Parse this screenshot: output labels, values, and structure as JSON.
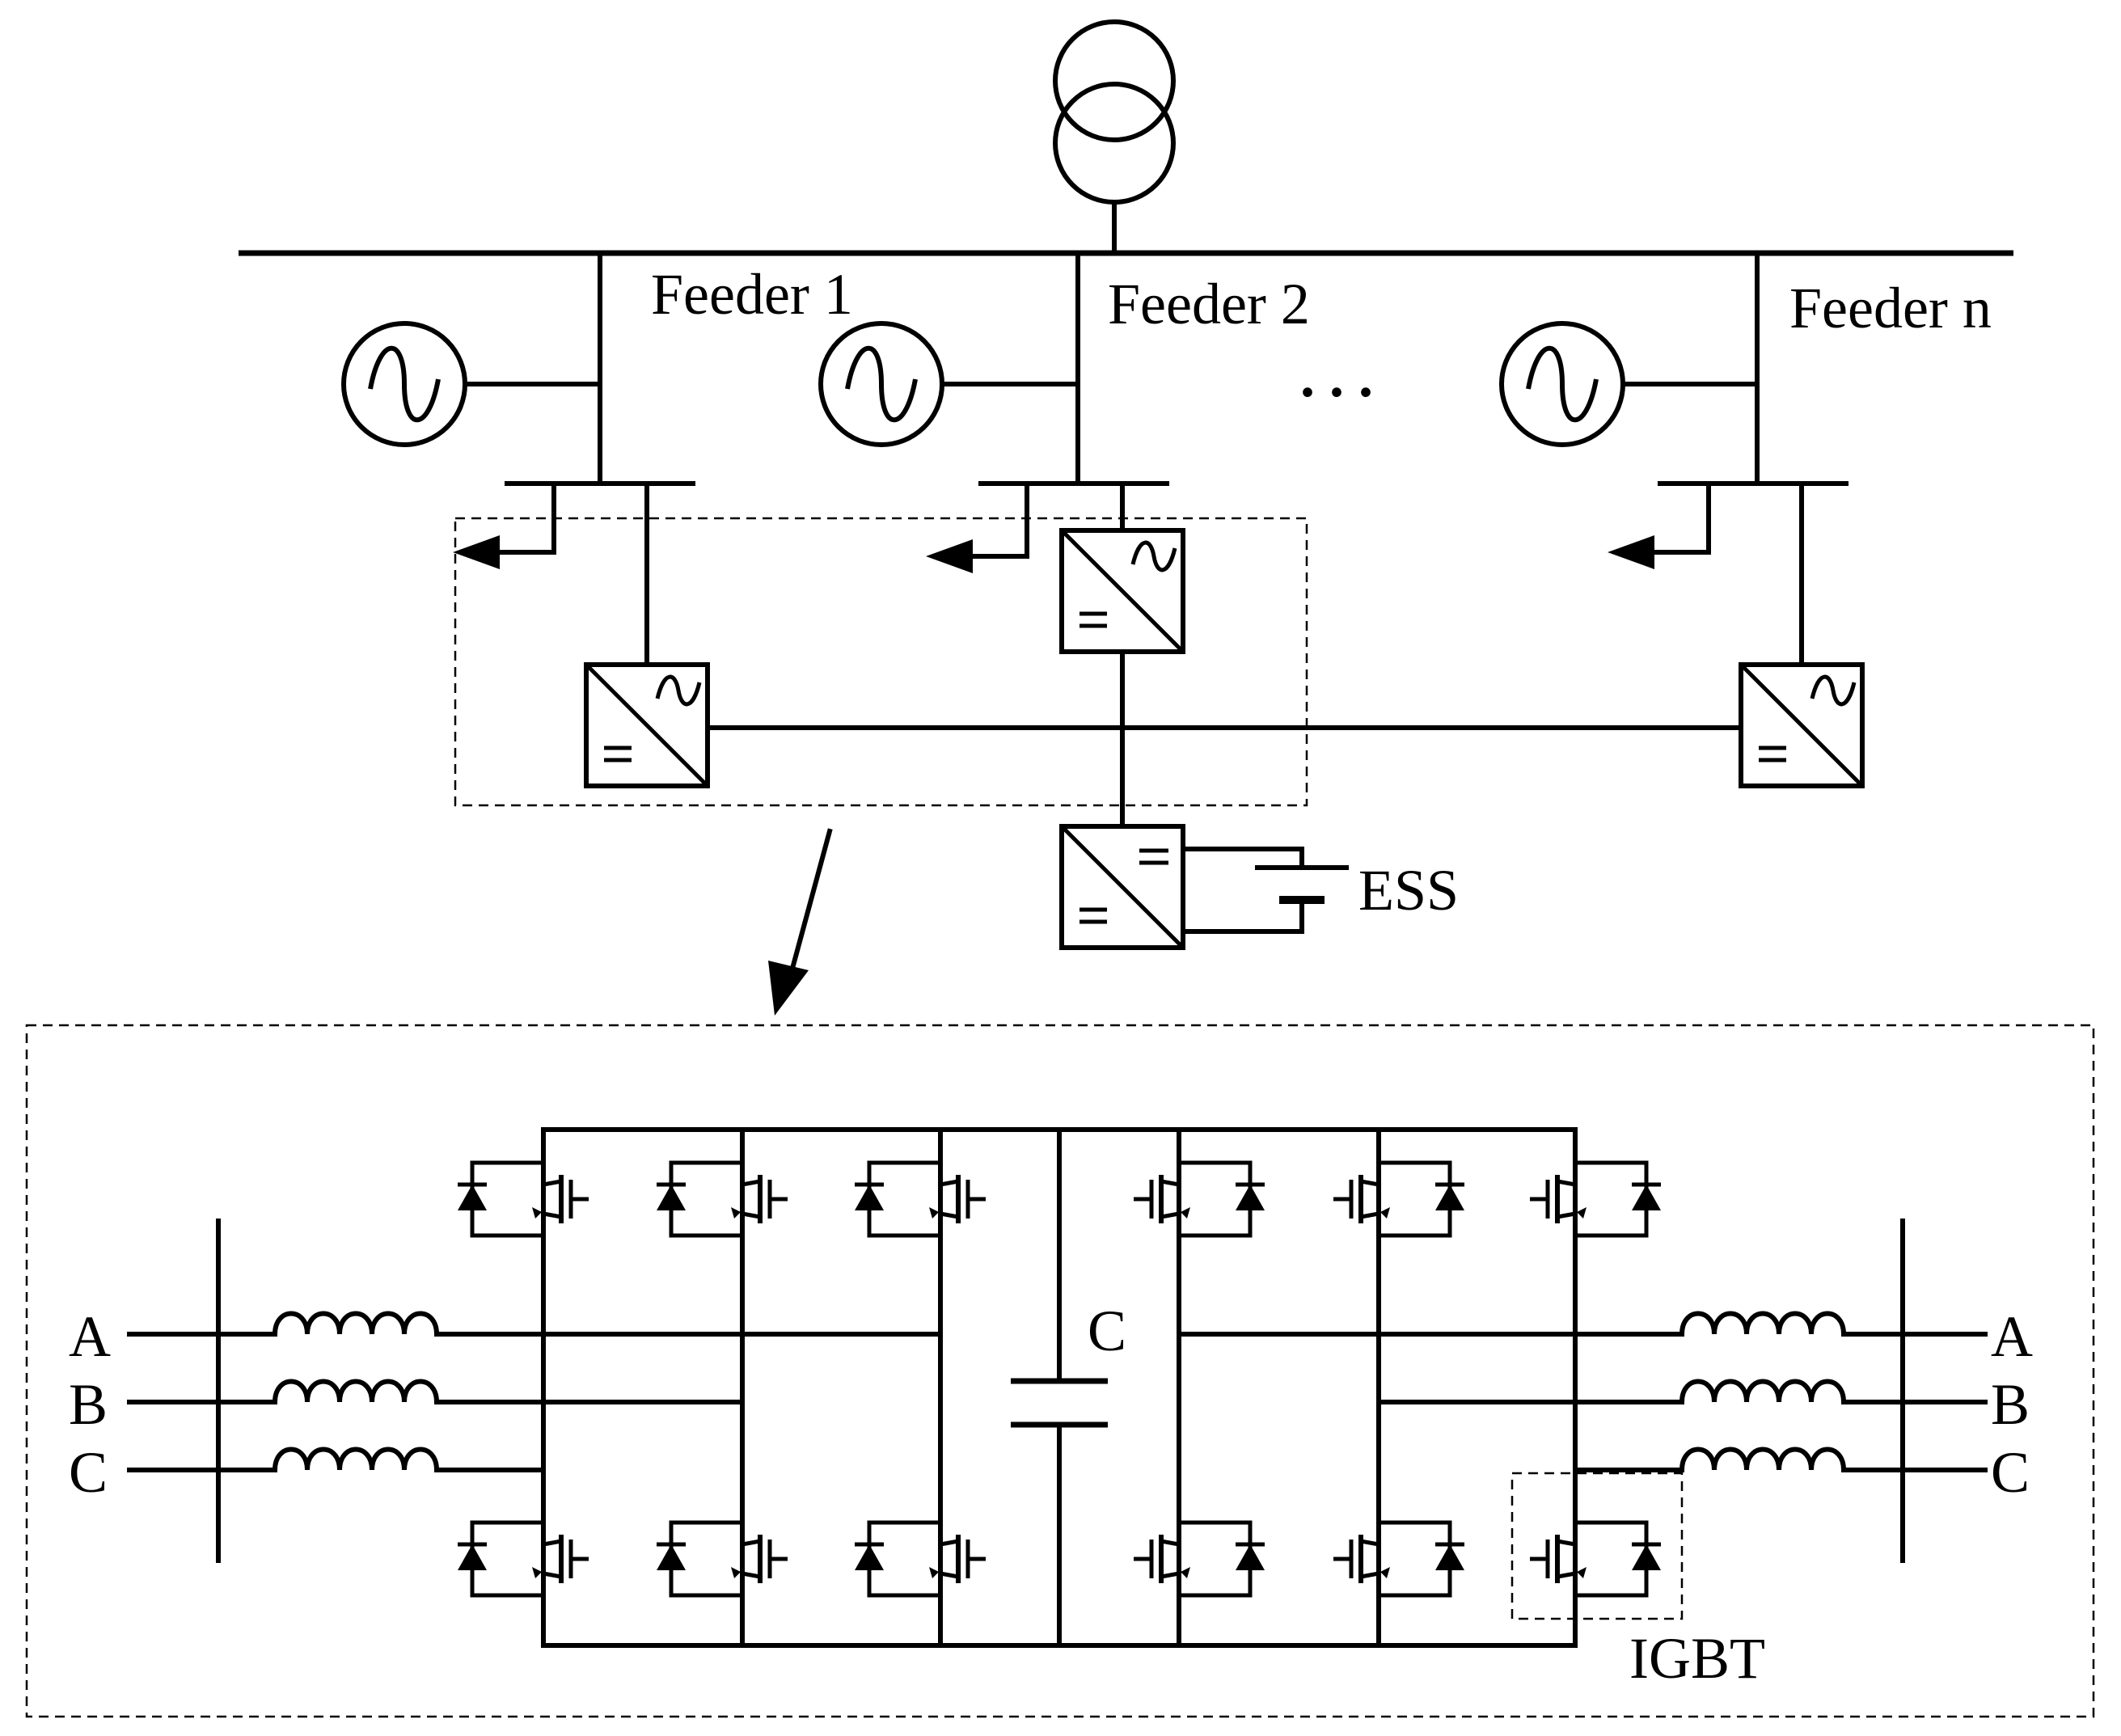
{
  "labels": {
    "feeder_1": "Feeder 1",
    "feeder_2": "Feeder 2",
    "feeder_n": "Feeder n",
    "ellipsis": ". . .",
    "ess": "ESS",
    "capacitor": "C",
    "igbt": "IGBT"
  },
  "phases_left": [
    "A",
    "B",
    "C"
  ],
  "phases_right": [
    "A",
    "B",
    "C"
  ],
  "converter_glyphs": {
    "ac": "~",
    "dc": "="
  }
}
